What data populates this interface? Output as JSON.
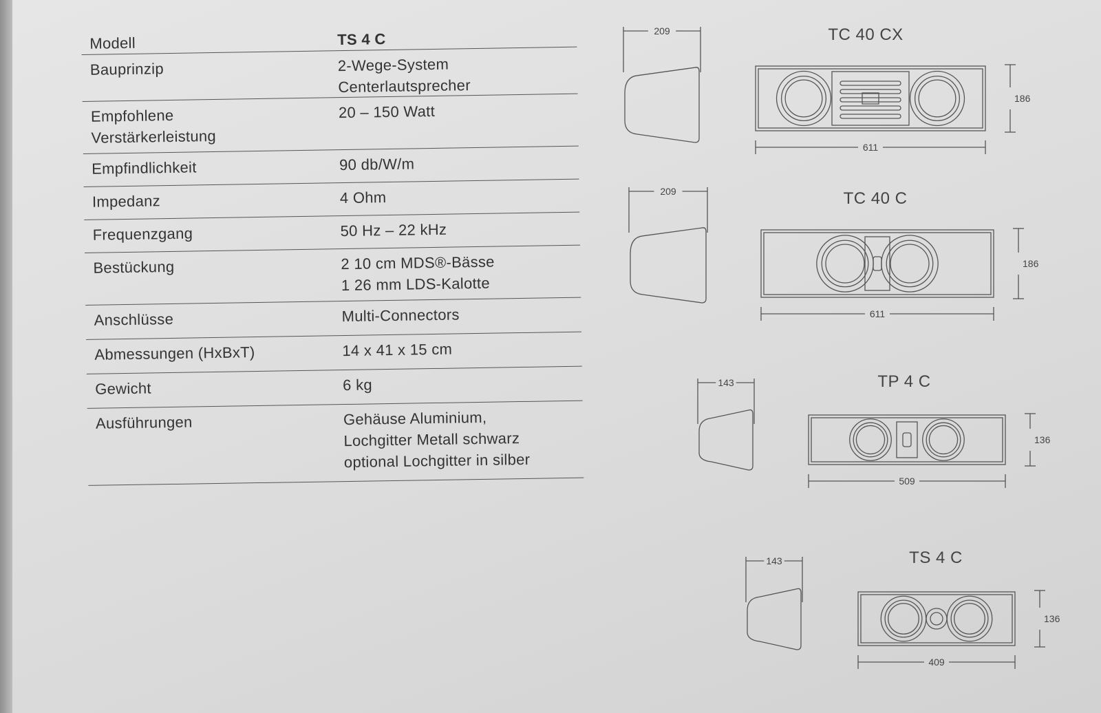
{
  "specs": [
    {
      "label": "Modell",
      "value": [
        "TS 4 C"
      ],
      "bold": true
    },
    {
      "label": "Bauprinzip",
      "value": [
        "2-Wege-System",
        "Centerlautsprecher"
      ]
    },
    {
      "label": "Empfohlene\nVerstärkerleistung",
      "value": [
        "20 – 150 Watt"
      ]
    },
    {
      "label": "Empfindlichkeit",
      "value": [
        "90 db/W/m"
      ]
    },
    {
      "label": "Impedanz",
      "value": [
        "4 Ohm"
      ]
    },
    {
      "label": "Frequenzgang",
      "value": [
        "50 Hz – 22 kHz"
      ]
    },
    {
      "label": "Bestückung",
      "value": [
        "2  10  cm MDS®-Bässe",
        "1  26 mm LDS-Kalotte"
      ]
    },
    {
      "label": "Anschlüsse",
      "value": [
        "Multi-Connectors"
      ]
    },
    {
      "label": "Abmessungen (HxBxT)",
      "value": [
        "14 x 41 x 15 cm"
      ]
    },
    {
      "label": "Gewicht",
      "value": [
        "6 kg"
      ]
    },
    {
      "label": "Ausführungen",
      "value": [
        "Gehäuse Aluminium,",
        "Lochgitter Metall schwarz",
        "optional Lochgitter in silber"
      ]
    }
  ],
  "drawings": [
    {
      "model": "TC 40 CX",
      "depth": "209",
      "width": "611",
      "height": "186"
    },
    {
      "model": "TC 40 C",
      "depth": "209",
      "width": "611",
      "height": "186"
    },
    {
      "model": "TP 4 C",
      "depth": "143",
      "width": "509",
      "height": "136"
    },
    {
      "model": "TS 4 C",
      "depth": "143",
      "width": "409",
      "height": "136"
    }
  ]
}
